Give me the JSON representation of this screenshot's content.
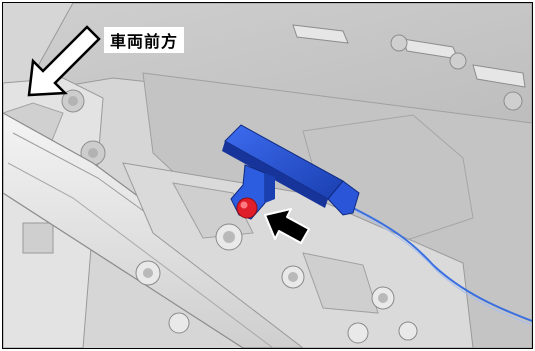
{
  "figure": {
    "direction_label": "車両前方",
    "direction_icon": "front-direction-arrow-icon",
    "pointer_icon": "location-pointer-arrow-icon",
    "subject": "sensor-unit",
    "fastener": "bolt",
    "colors": {
      "frame_border": "#000000",
      "background_panel": "#d9d9d9",
      "sensor": "#1f4fd1",
      "bolt": "#e01e2a",
      "wire": "#3a6fe0",
      "pointer_arrow": "#000000"
    }
  }
}
